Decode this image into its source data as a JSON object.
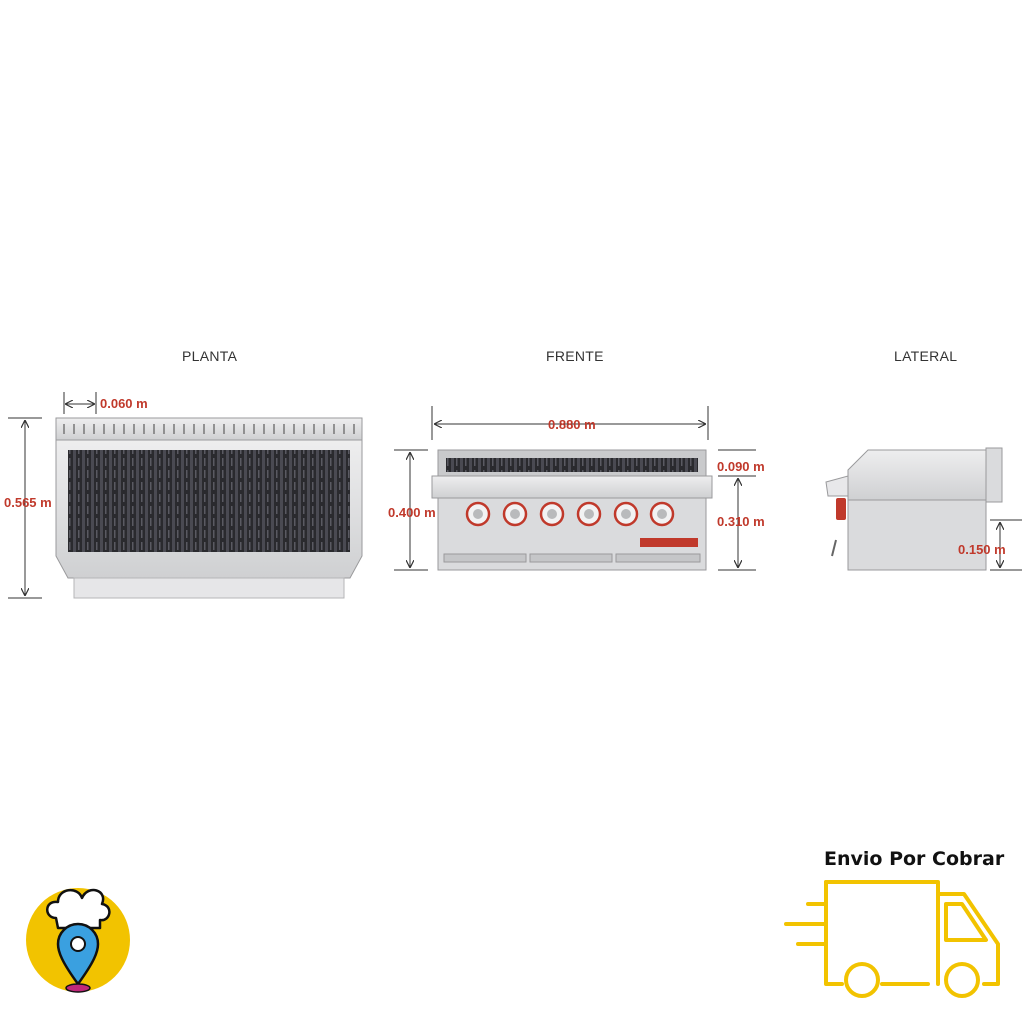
{
  "views": {
    "planta": {
      "title": "PLANTA",
      "width_dim": "0.060 m",
      "depth_dim": "0.565 m"
    },
    "frente": {
      "title": "FRENTE",
      "width_dim": "0.880 m",
      "height_dim": "0.400 m",
      "top_dim": "0.090 m",
      "body_dim": "0.310 m"
    },
    "lateral": {
      "title": "LATERAL",
      "leg_dim": "0.150 m"
    }
  },
  "shipping": {
    "label": "Envio Por Cobrar",
    "icon": "delivery-truck-icon"
  },
  "logo": {
    "icon": "chef-hat-location-pin-logo"
  },
  "colors": {
    "dimension": "#c0392b",
    "truck": "#f2c300",
    "logo_bg": "#f2c300",
    "steel": "#d9dadc"
  }
}
